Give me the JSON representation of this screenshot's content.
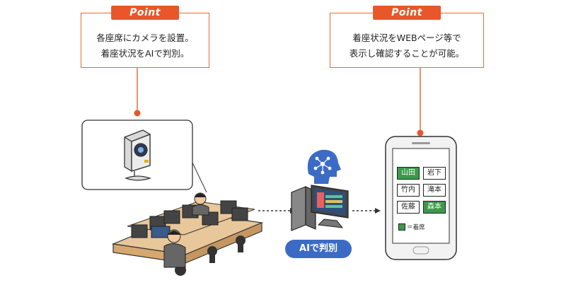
{
  "callouts": [
    {
      "tag": "Point",
      "lines": [
        "各座席にカメラを設置。",
        "着座状況をAIで判別。"
      ]
    },
    {
      "tag": "Point",
      "lines": [
        "着座状況をWEBページ等で",
        "表示し確認することが可能。"
      ]
    }
  ],
  "ai_label": "AIで判別",
  "phone": {
    "seats": [
      {
        "name": "山田",
        "occupied": true
      },
      {
        "name": "岩下",
        "occupied": false
      },
      {
        "name": "竹内",
        "occupied": false
      },
      {
        "name": "滝本",
        "occupied": false
      },
      {
        "name": "佐藤",
        "occupied": false
      },
      {
        "name": "森本",
        "occupied": true
      }
    ],
    "legend": "＝着席"
  },
  "colors": {
    "accent": "#e8572a",
    "occupied": "#3a9a4a",
    "ai_pill": "#3b6bc4",
    "desk": "#e8c79a"
  },
  "icons": [
    "camera-icon",
    "ai-brain-icon",
    "smartphone-icon",
    "workstation-icon",
    "office-desks-icon"
  ]
}
